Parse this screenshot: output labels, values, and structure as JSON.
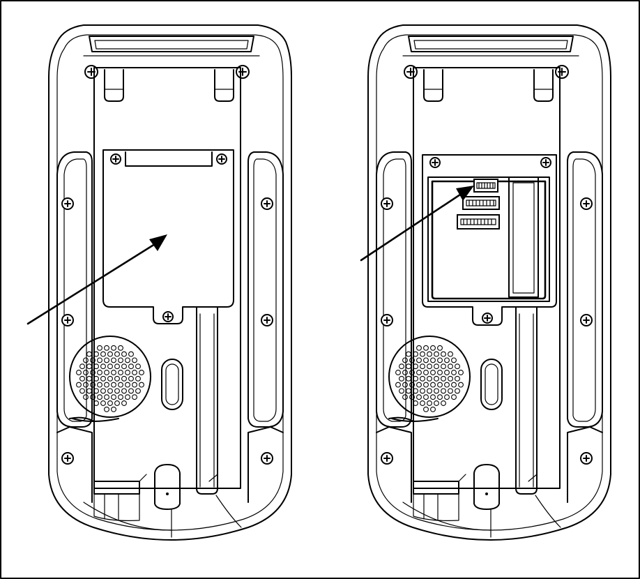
{
  "figure": {
    "panels": [
      {
        "id": "left",
        "description_state": "cover-installed",
        "arrow_target": "battery-cover"
      },
      {
        "id": "right",
        "description_state": "cover-removed",
        "arrow_target": "top-connector"
      }
    ],
    "colors": {
      "line": "#000000",
      "background": "#ffffff",
      "frame": "#000000"
    },
    "icons": [
      "screw-icon",
      "arrow-icon",
      "speaker-grille-icon",
      "connector-icon",
      "keyhole-icon"
    ]
  }
}
